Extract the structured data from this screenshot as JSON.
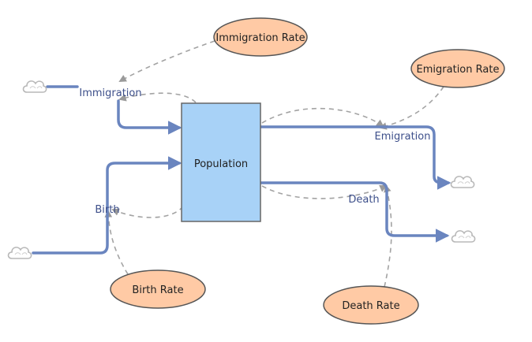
{
  "diagram": {
    "stock": {
      "label": "Population"
    },
    "flows": {
      "immigration": "Immigration",
      "birth": "Birth",
      "emigration": "Emigration",
      "death": "Death"
    },
    "converters": {
      "immigration_rate": "Immigration Rate",
      "emigration_rate": "Emigration Rate",
      "birth_rate": "Birth Rate",
      "death_rate": "Death Rate"
    },
    "colors": {
      "flow_pipe": "#6a85bf",
      "stock_fill": "#a8d2f7",
      "stock_stroke": "#666666",
      "converter_fill": "#ffcaa5",
      "converter_stroke": "#555555",
      "link_dash": "#a3a3a3",
      "cloud_stroke": "#b8b8b8",
      "label": "#3d4f8a"
    }
  }
}
